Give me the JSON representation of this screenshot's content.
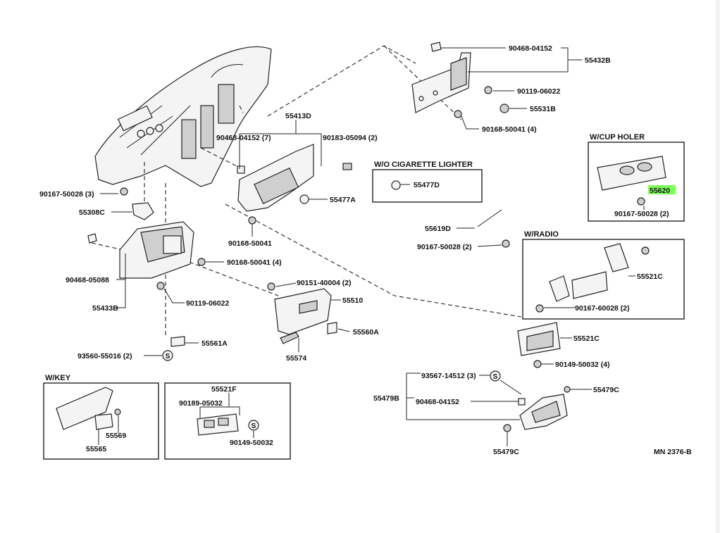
{
  "diagram_id": "MN 2376-B",
  "boxes": {
    "cup_holder": "W/CUP HOLER",
    "cigarette": "W/O CIGARETTE LIGHTER",
    "radio": "W/RADIO",
    "key": "W/KEY"
  },
  "labels": {
    "p90468_04152_top": "90468-04152",
    "p55432B": "55432B",
    "p90119_06022_top": "90119-06022",
    "p55531B": "55531B",
    "p90168_50041_4_top": "90168-50041 (4)",
    "p55413D": "55413D",
    "p90468_04152_7": "90468-04152 (7)",
    "p90183_05094_2": "90183-05094 (2)",
    "p55477D": "55477D",
    "p55477A": "55477A",
    "p90167_50028_3": "90167-50028 (3)",
    "p55308C": "55308C",
    "p90168_50041": "90168-50041",
    "p90468_05088": "90468-05088",
    "p90168_50041_4_mid": "90168-50041 (4)",
    "p55433B": "55433B",
    "p90119_06022_mid": "90119-06022",
    "p90151_40004_2": "90151-40004 (2)",
    "p55510": "55510",
    "p55560A": "55560A",
    "p55561A": "55561A",
    "p93560_55016_2": "93560-55016 (2)",
    "p55574": "55574",
    "p55619D": "55619D",
    "p90167_50028_2_mid": "90167-50028 (2)",
    "p55620": "55620",
    "p90167_50028_2_cup": "90167-50028 (2)",
    "p55521C_radio": "55521C",
    "p90167_60028_2": "90167-60028 (2)",
    "p55521C": "55521C",
    "p90149_50032_4": "90149-50032 (4)",
    "p93567_14512_3": "93567-14512 (3)",
    "p55479C_top": "55479C",
    "p55479B": "55479B",
    "p90468_04152_bot": "90468-04152",
    "p55479C_bot": "55479C",
    "p55569": "55569",
    "p55565": "55565",
    "p55521F": "55521F",
    "p90189_05032": "90189-05032",
    "p90149_50032": "90149-50032"
  },
  "symbols": {
    "s_mark": "S",
    "s_mark_radio": "S"
  },
  "icons": [
    "dashboard-panel",
    "screw-icon",
    "clip-icon",
    "bracket-icon",
    "ashtray-icon",
    "cup-holder-icon"
  ],
  "colors": {
    "highlight": "#7dff5a",
    "line": "#222222"
  }
}
